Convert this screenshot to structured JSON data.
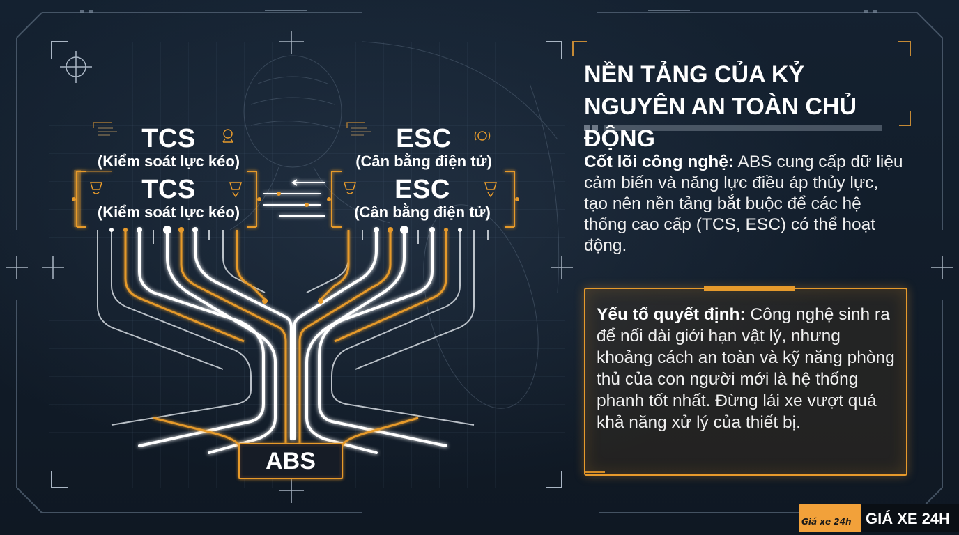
{
  "colors": {
    "accent": "#e69a2c",
    "background": "#111b27",
    "line_white": "#ffffff"
  },
  "nodes": {
    "tcs_top": {
      "name": "TCS",
      "desc": "(Kiểm soát lực kéo)"
    },
    "esc_top": {
      "name": "ESC",
      "desc": "(Cân bằng điện tử)"
    },
    "tcs": {
      "name": "TCS",
      "desc": "(Kiểm soát lực kéo)"
    },
    "esc": {
      "name": "ESC",
      "desc": "(Cân bằng điện tử)"
    },
    "abs": {
      "name": "ABS"
    }
  },
  "panel": {
    "title": "NỀN TẢNG CỦA KỶ NGUYÊN AN TOÀN CHỦ ĐỘNG",
    "core_label": "Cốt lõi công nghệ:",
    "core_text": " ABS cung cấp dữ liệu cảm biến và năng lực điều áp thủy lực, tạo nên nền tảng bắt buộc để các hệ thống cao cấp (TCS, ESC) có thể hoạt động.",
    "decide_label": "Yếu tố quyết định:",
    "decide_text": " Công nghệ sinh ra để nối dài giới hạn vật lý, nhưng khoảng cách an toàn và kỹ năng phòng thủ của con người mới là hệ thống phanh tốt nhất. Đừng lái xe vượt quá khả năng xử lý của thiết bị."
  },
  "branding": {
    "logo_text": "Giá xe 24h",
    "name": "GIÁ XE 24H"
  },
  "icons": [
    "crosshair-icon",
    "traction-icon",
    "stability-icon",
    "car-skid-icon"
  ]
}
